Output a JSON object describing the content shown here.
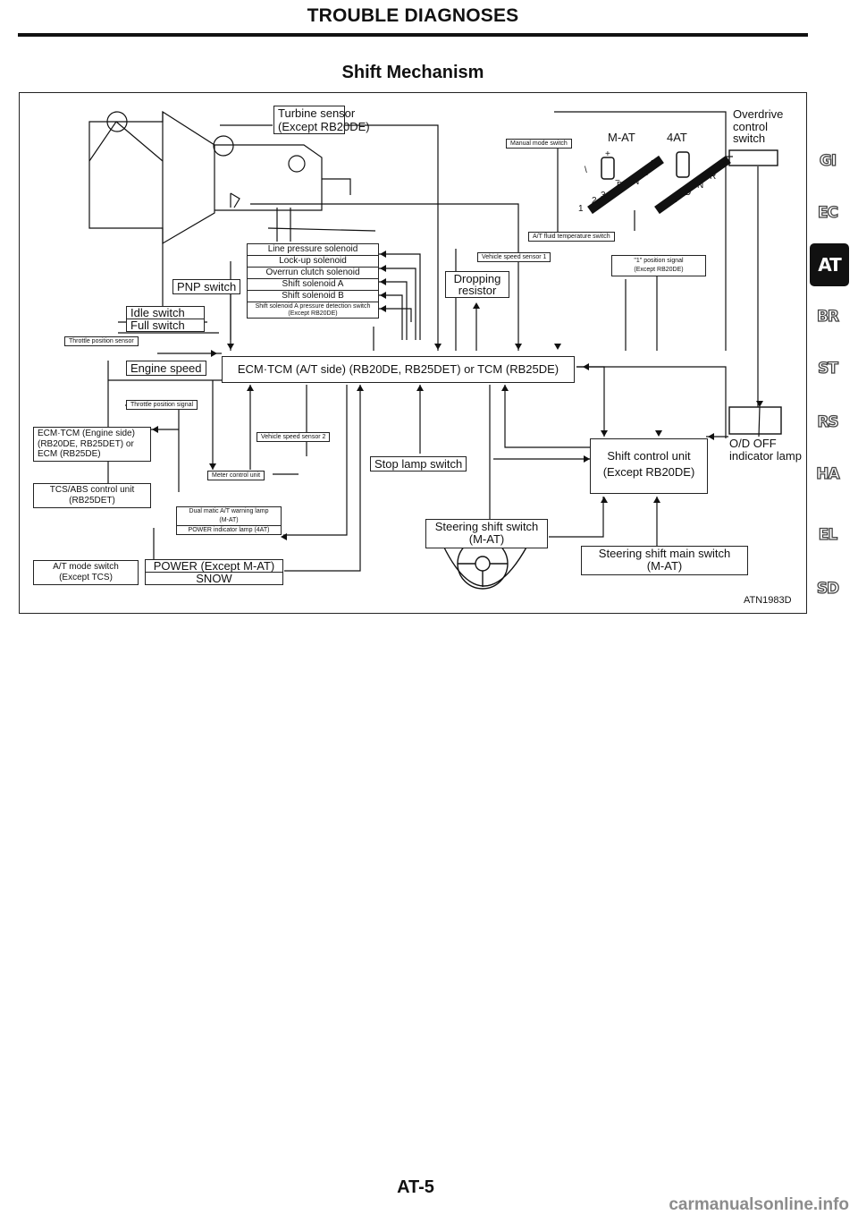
{
  "header": {
    "title": "TROUBLE DIAGNOSES",
    "subtitle": "Shift Mechanism"
  },
  "diagram": {
    "turbine_sensor": "Turbine sensor",
    "turbine_sensor_note": "(Except RB20DE)",
    "manual_mode_switch": "Manual mode switch",
    "m_at": "M-AT",
    "four_at": "4AT",
    "overdrive_control_switch_1": "Overdrive",
    "overdrive_control_switch_2": "control",
    "overdrive_control_switch_3": "switch",
    "at_fluid_temp_switch": "A/T fluid temperature switch",
    "line_pressure_solenoid": "Line pressure solenoid",
    "lockup_solenoid": "Lock-up solenoid",
    "overrun_clutch_solenoid": "Overrun clutch solenoid",
    "shift_solenoid_a": "Shift solenoid A",
    "shift_solenoid_b": "Shift solenoid B",
    "shift_solenoid_a_pressure_switch": "Shift solenoid A pressure detection switch",
    "shift_solenoid_a_pressure_note": "(Except RB20DE)",
    "vehicle_speed_sensor_1": "Vehicle speed sensor 1",
    "dropping_resistor_1": "Dropping",
    "dropping_resistor_2": "resistor",
    "position_signal_1": "\"1\" position signal",
    "position_signal_2": "(Except RB20DE)",
    "pnp_switch": "PNP switch",
    "idle_switch": "Idle switch",
    "full_switch": "Full switch",
    "throttle_position_sensor": "Throttle position sensor",
    "engine_speed": "Engine speed",
    "ecm_tcm_main": "ECM·TCM (A/T side) (RB20DE, RB25DET) or TCM (RB25DE)",
    "throttle_position_signal": "Throttle position signal",
    "ecm_tcm_engine_1": "ECM·TCM (Engine side)",
    "ecm_tcm_engine_2": "(RB20DE, RB25DET) or",
    "ecm_tcm_engine_3": "ECM (RB25DE)",
    "vehicle_speed_sensor_2": "Vehicle speed sensor 2",
    "meter_control_unit": "Meter control unit",
    "tcs_abs_1": "TCS/ABS control unit",
    "tcs_abs_2": "(RB25DET)",
    "dual_matic_warning_1": "Dual matic A/T warning lamp",
    "dual_matic_warning_2": "(M-AT)",
    "power_indicator_lamp": "POWER indicator lamp (4AT)",
    "stop_lamp_switch": "Stop lamp switch",
    "shift_control_unit_1": "Shift control unit",
    "shift_control_unit_2": "(Except RB20DE)",
    "od_off_1": "O/D OFF",
    "od_off_2": "indicator lamp",
    "steering_shift_switch_1": "Steering shift switch",
    "steering_shift_switch_2": "(M-AT)",
    "steering_main_switch_1": "Steering shift main switch",
    "steering_main_switch_2": "(M-AT)",
    "at_mode_switch_1": "A/T mode switch",
    "at_mode_switch_2": "(Except TCS)",
    "power_except": "POWER (Except M-AT)",
    "snow": "SNOW",
    "code": "ATN1983D",
    "gate_left": [
      "+",
      "\\",
      "−",
      "1",
      "2",
      "3",
      "D",
      "N",
      "R",
      "P"
    ],
    "gate_right": [
      "P",
      "R",
      "N",
      "D",
      "2",
      "1"
    ]
  },
  "sidebar": {
    "tabs": [
      "GI",
      "EC",
      "AT",
      "BR",
      "ST",
      "RS",
      "HA",
      "EL",
      "SD"
    ],
    "active": "AT"
  },
  "footer": {
    "page": "AT-5"
  },
  "watermark": "carmanualsonline.info"
}
